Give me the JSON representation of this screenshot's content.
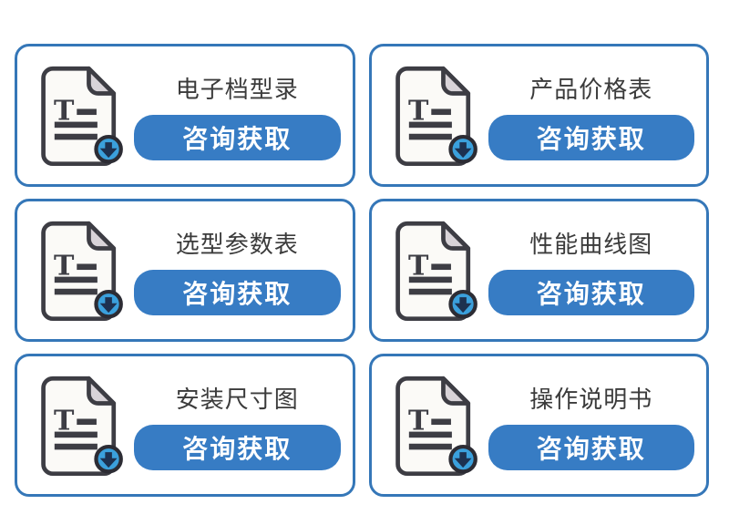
{
  "colors": {
    "card_border": "#3577b8",
    "button_background": "#377cc4",
    "button_text": "#ffffff",
    "title_text": "#3b3b3b",
    "icon_outline": "#3d3d44",
    "icon_fold": "#d8d3d8",
    "badge_fill": "#3ba0dc",
    "badge_arrow": "#1d3150"
  },
  "icon_name": "document-download-icon",
  "cards": [
    {
      "title": "电子档型录",
      "button_label": "咨询获取"
    },
    {
      "title": "产品价格表",
      "button_label": "咨询获取"
    },
    {
      "title": "选型参数表",
      "button_label": "咨询获取"
    },
    {
      "title": "性能曲线图",
      "button_label": "咨询获取"
    },
    {
      "title": "安装尺寸图",
      "button_label": "咨询获取"
    },
    {
      "title": "操作说明书",
      "button_label": "咨询获取"
    }
  ]
}
